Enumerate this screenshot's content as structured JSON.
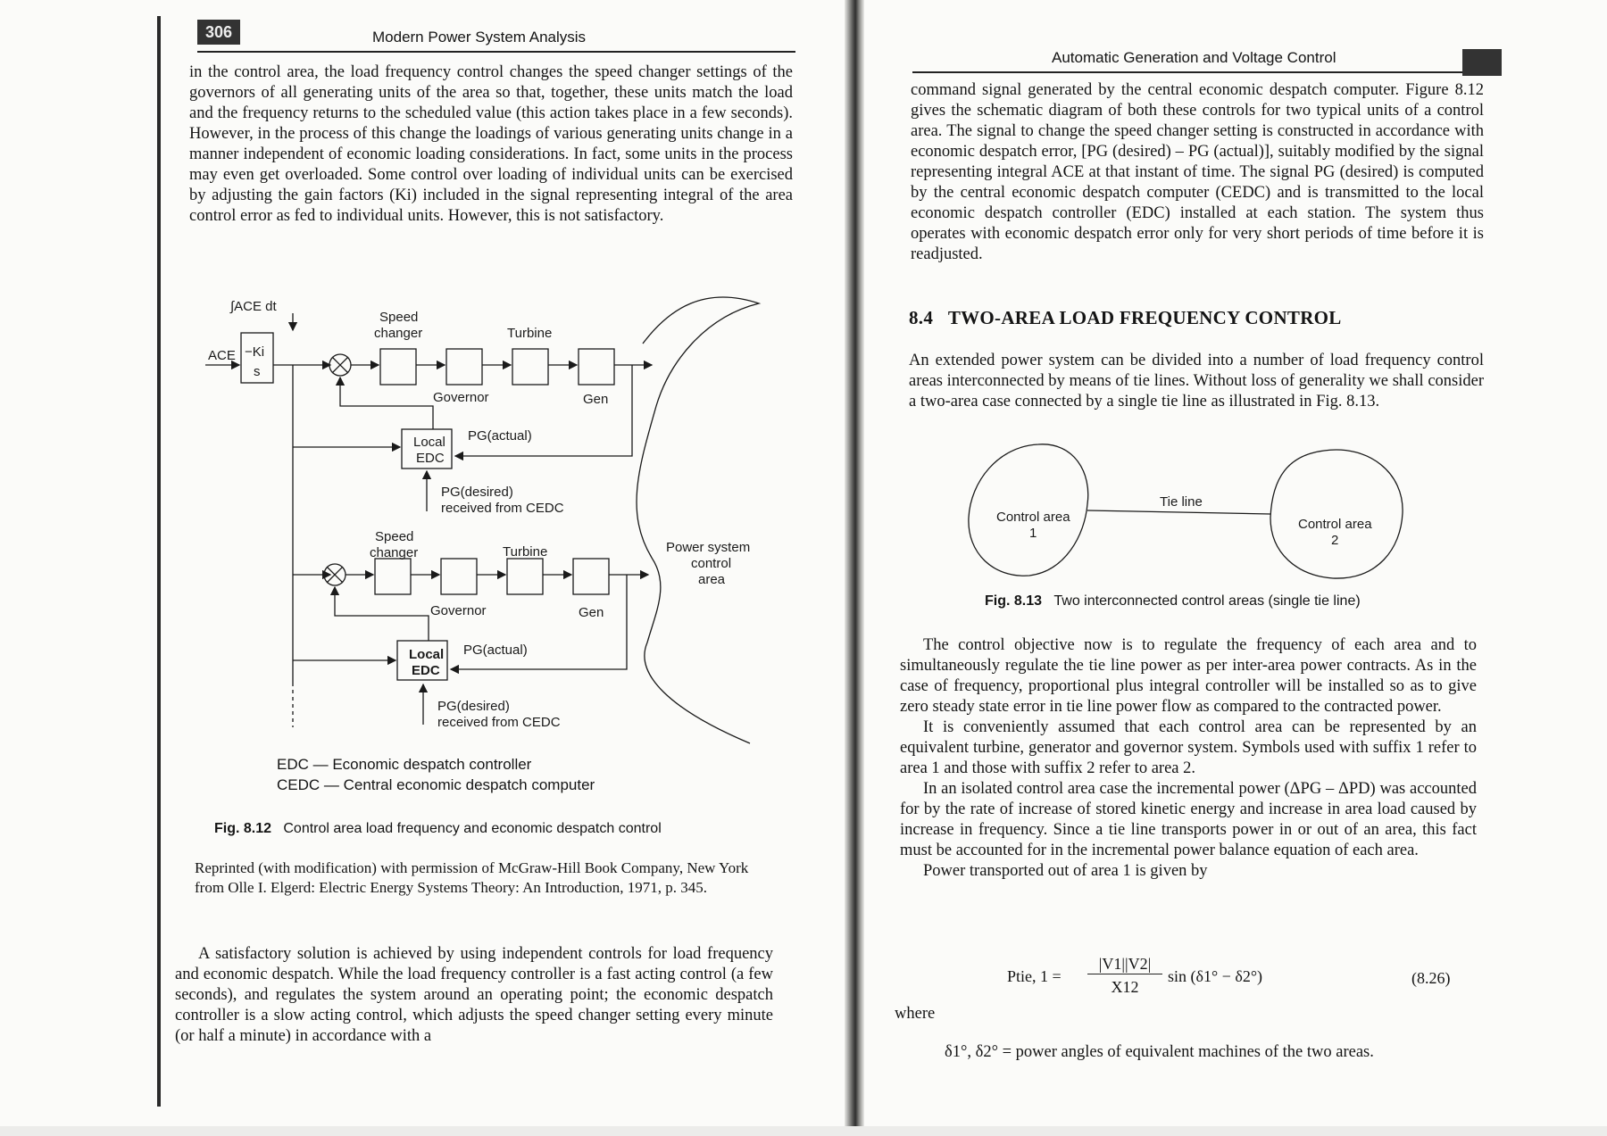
{
  "left_page": {
    "page_number": "306",
    "running_head": "Modern Power System Analysis",
    "intro_paragraph": "in the control area, the load frequency control changes the speed changer settings of the governors of all generating units of the area so that, together, these units match the load and the frequency returns to the scheduled value (this action takes place in a few seconds). However, in the process of this change the loadings of various generating units change in a manner independent of economic loading considerations. In fact, some units in the process may even get overloaded. Some control over loading of individual units can be exercised by adjusting the gain factors (Ki) included in the signal representing integral of the area control error as fed to individual units. However, this is not satisfactory.",
    "figure": {
      "labels": {
        "integral_ace": "∫ACE dt",
        "ace": "ACE",
        "gain_num": "−Ki",
        "gain_den": "s",
        "speed_changer_1": "Speed",
        "speed_changer_2": "changer",
        "turbine": "Turbine",
        "governor": "Governor",
        "gen": "Gen",
        "local": "Local",
        "edc": "EDC",
        "pg_actual": "PG(actual)",
        "pg_desired": "PG(desired)",
        "received_from": "received from CEDC",
        "power_system_1": "Power system",
        "power_system_2": "control",
        "power_system_3": "area"
      },
      "legend": {
        "edc": "EDC — Economic despatch controller",
        "cedc": "CEDC — Central economic despatch computer"
      },
      "caption_number": "Fig. 8.12",
      "caption_text": "Control area load frequency and economic despatch control"
    },
    "credit": "Reprinted (with modification) with permission of McGraw-Hill Book Company, New York from Olle I. Elgerd: Electric Energy Systems Theory: An Introduction, 1971, p. 345.",
    "closing_paragraph": "A satisfactory solution is achieved by using independent controls for load frequency and economic despatch. While the load frequency controller is a fast acting control (a few seconds), and regulates the system around an operating point; the economic despatch controller is a slow acting control, which adjusts the speed changer setting every minute (or half a minute) in accordance with a"
  },
  "right_page": {
    "running_head": "Automatic Generation and Voltage Control",
    "intro_paragraph": "command signal generated by the central economic despatch computer. Figure 8.12 gives the schematic diagram of both these controls for two typical units of a control area. The signal to change the speed changer setting is constructed in accordance with economic despatch error, [PG (desired) – PG (actual)], suitably modified by the signal representing integral ACE at that instant of time. The signal PG (desired) is computed by the central economic despatch computer (CEDC) and is transmitted to the local economic despatch controller (EDC) installed at each station. The system thus operates with economic despatch error only for very short periods of time before it is readjusted.",
    "section_number": "8.4",
    "section_title": "TWO-AREA LOAD FREQUENCY CONTROL",
    "section_paragraph": "An extended power system can be divided into a number of load frequency control areas interconnected by means of tie lines. Without loss of generality we shall consider a two-area case connected by a single tie line as illustrated in Fig. 8.13.",
    "figure": {
      "area1_line1": "Control area",
      "area1_line2": "1",
      "area2_line1": "Control area",
      "area2_line2": "2",
      "tie_line": "Tie line",
      "caption_number": "Fig. 8.13",
      "caption_text": "Two interconnected control areas (single tie line)"
    },
    "paragraph_objective": "The control objective now is to regulate the frequency of each area and to simultaneously regulate the tie line power as per inter-area power contracts. As in the case of frequency, proportional plus integral controller will be installed so as to give zero steady state error in tie line power flow as compared to the contracted power.",
    "paragraph_assumed": "It is conveniently assumed that each control area can be represented by an equivalent turbine, generator and governor system. Symbols used with suffix 1 refer to area 1 and those with suffix 2 refer to area 2.",
    "paragraph_isolated": "In an isolated control area case the incremental power (ΔPG – ΔPD) was accounted for by the rate of increase of stored kinetic energy and increase in area load caused by increase in frequency. Since a tie line transports power in or out of an area, this fact must be accounted for in the incremental power balance equation of each area.",
    "paragraph_power_transported": "Power transported out of area 1 is given by",
    "equation": {
      "lhs": "Ptie, 1 =",
      "numerator": "|V1||V2|",
      "denominator": "X12",
      "rhs": "sin (δ1° − δ2°)",
      "number": "(8.26)"
    },
    "where": "where",
    "definition": "δ1°, δ2° = power angles of equivalent machines of the two areas."
  }
}
